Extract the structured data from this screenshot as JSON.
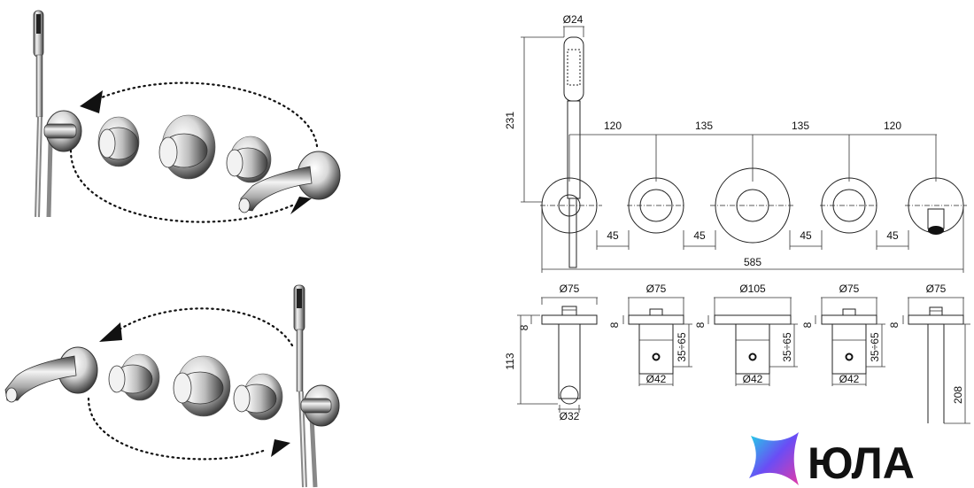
{
  "drawing": {
    "dim_handshower_dia": "Ø24",
    "dim_height": "231",
    "dim_spacing": [
      "120",
      "135",
      "135",
      "120"
    ],
    "dim_gap": [
      "45",
      "45",
      "45",
      "45"
    ],
    "dim_total": "585",
    "plate_dia": [
      "Ø75",
      "Ø75",
      "Ø105",
      "Ø75",
      "Ø75"
    ],
    "dim_plate_thickness": "8",
    "dim_depth_range": "35÷65",
    "knob_dia": "Ø42",
    "dim_holder_depth": "113",
    "dim_holder_dia": "Ø32",
    "dim_spout_length": "208"
  },
  "logo": {
    "text": "ЮЛА"
  },
  "colors": {
    "chrome_dark": "#3a3a3a",
    "chrome_light": "#f4f4f4",
    "line": "#222222"
  }
}
